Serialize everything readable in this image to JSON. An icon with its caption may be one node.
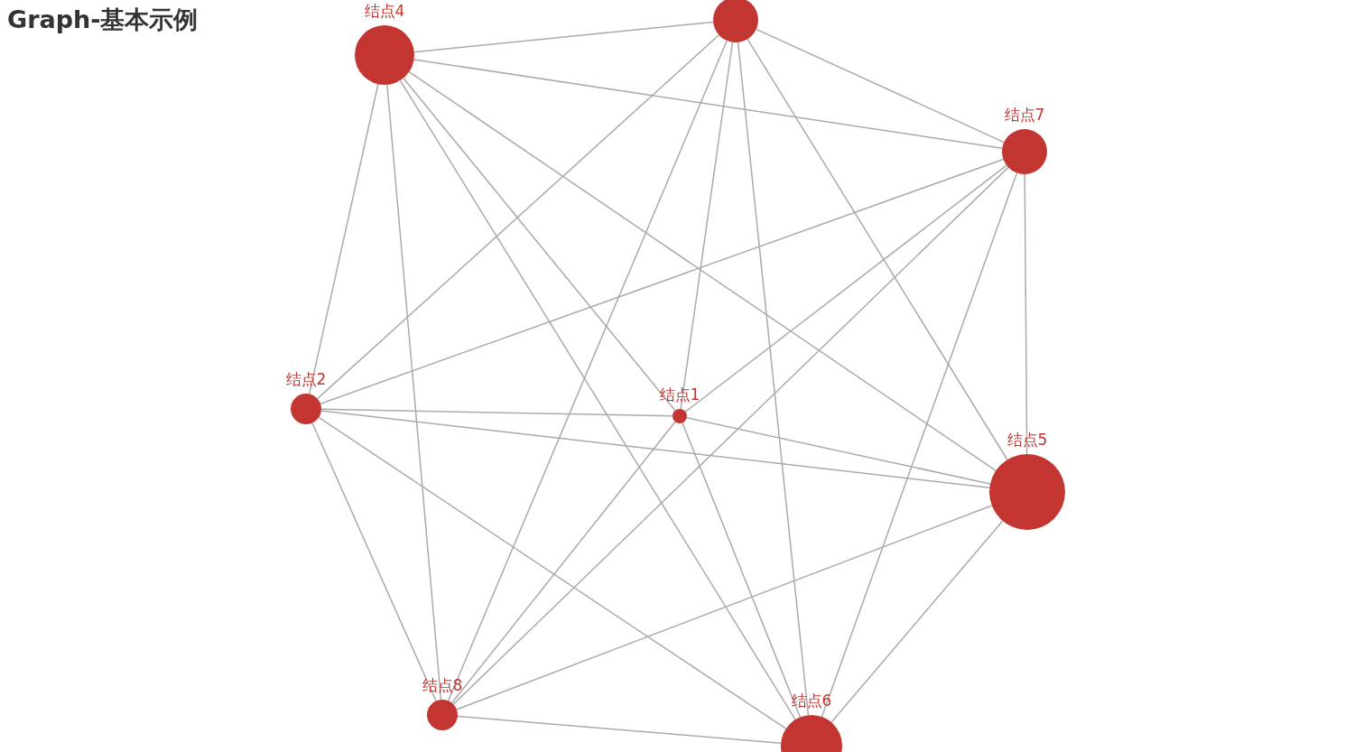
{
  "diagram": {
    "title": "Graph-基本示例",
    "nodes": [
      {
        "text": [
          "结点1"
        ]
      },
      {
        "text": [
          "结点2"
        ]
      },
      {
        "text": [],
        "shape": "circle"
      },
      {
        "text": [
          "结点4"
        ]
      },
      {
        "text": [
          "结点5"
        ]
      },
      {
        "text": [
          "结点6"
        ]
      },
      {
        "text": [
          "结点7"
        ]
      },
      {
        "text": [
          "结点8"
        ]
      }
    ],
    "edges": [
      {
        "from": 3,
        "to": 2,
        "arrow": "none"
      },
      {
        "from": 3,
        "to": 6,
        "arrow": "none"
      },
      {
        "from": 3,
        "to": 1,
        "arrow": "none"
      },
      {
        "from": 3,
        "to": 7,
        "arrow": "none"
      },
      {
        "from": 3,
        "to": 5,
        "arrow": "none"
      },
      {
        "from": 3,
        "to": 0,
        "arrow": "none"
      },
      {
        "from": 3,
        "to": 4,
        "arrow": "none"
      },
      {
        "from": 2,
        "to": 6,
        "arrow": "none"
      },
      {
        "from": 2,
        "to": 1,
        "arrow": "none"
      },
      {
        "from": 2,
        "to": 7,
        "arrow": "none"
      },
      {
        "from": 2,
        "to": 0,
        "arrow": "none"
      },
      {
        "from": 2,
        "to": 5,
        "arrow": "none"
      },
      {
        "from": 2,
        "to": 4,
        "arrow": "none"
      },
      {
        "from": 6,
        "to": 1,
        "arrow": "none"
      },
      {
        "from": 6,
        "to": 0,
        "arrow": "none"
      },
      {
        "from": 6,
        "to": 7,
        "arrow": "none"
      },
      {
        "from": 6,
        "to": 4,
        "arrow": "none"
      },
      {
        "from": 6,
        "to": 5,
        "arrow": "none"
      },
      {
        "from": 1,
        "to": 0,
        "arrow": "none"
      },
      {
        "from": 1,
        "to": 4,
        "arrow": "none"
      },
      {
        "from": 1,
        "to": 7,
        "arrow": "none"
      },
      {
        "from": 1,
        "to": 5,
        "arrow": "none"
      },
      {
        "from": 0,
        "to": 4,
        "arrow": "none"
      },
      {
        "from": 0,
        "to": 7,
        "arrow": "none"
      },
      {
        "from": 0,
        "to": 5,
        "arrow": "none"
      },
      {
        "from": 4,
        "to": 7,
        "arrow": "none"
      },
      {
        "from": 4,
        "to": 5,
        "arrow": "none"
      },
      {
        "from": 7,
        "to": 5,
        "arrow": "none"
      }
    ]
  }
}
